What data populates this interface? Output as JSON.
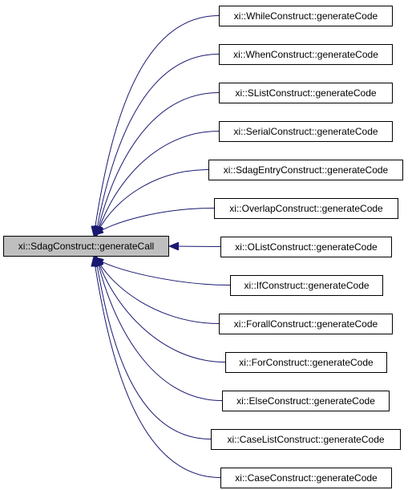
{
  "graph": {
    "colors": {
      "edge": "#191970",
      "node_border": "#000000",
      "root_fill": "#bfbfbf",
      "node_fill": "#ffffff",
      "text": "#000000"
    },
    "root": {
      "label": "xi::SdagConstruct::generateCall"
    },
    "callers": [
      {
        "label": "xi::WhileConstruct::generateCode"
      },
      {
        "label": "xi::WhenConstruct::generateCode"
      },
      {
        "label": "xi::SListConstruct::generateCode"
      },
      {
        "label": "xi::SerialConstruct::generateCode"
      },
      {
        "label": "xi::SdagEntryConstruct::generateCode"
      },
      {
        "label": "xi::OverlapConstruct::generateCode"
      },
      {
        "label": "xi::OListConstruct::generateCode"
      },
      {
        "label": "xi::IfConstruct::generateCode"
      },
      {
        "label": "xi::ForallConstruct::generateCode"
      },
      {
        "label": "xi::ForConstruct::generateCode"
      },
      {
        "label": "xi::ElseConstruct::generateCode"
      },
      {
        "label": "xi::CaseListConstruct::generateCode"
      },
      {
        "label": "xi::CaseConstruct::generateCode"
      }
    ]
  }
}
